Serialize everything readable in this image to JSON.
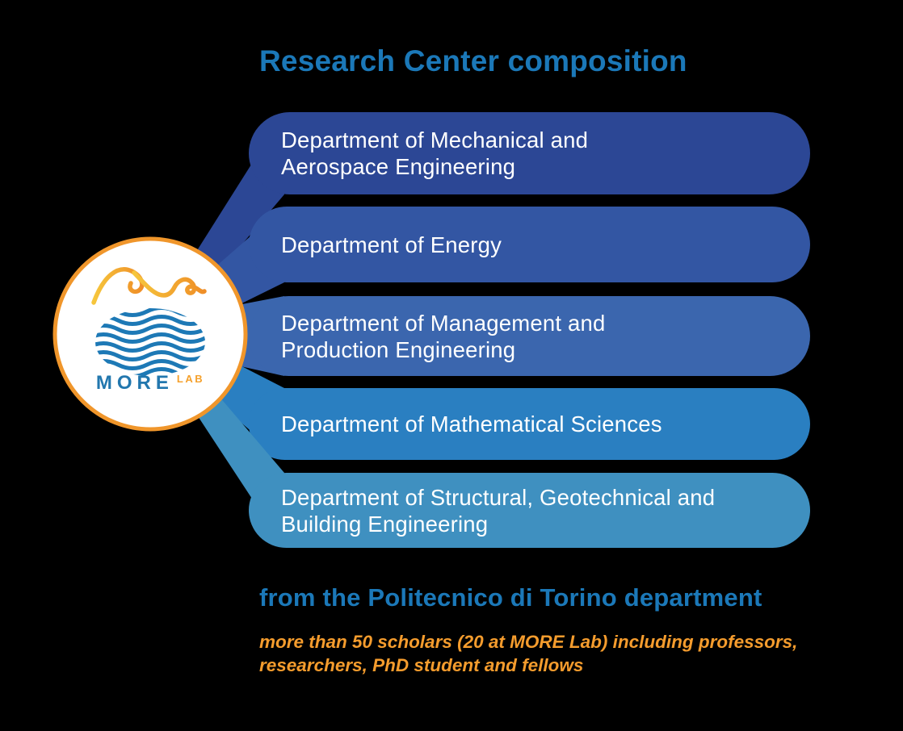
{
  "title": "Research Center composition",
  "logo": {
    "wordmark": "MORE",
    "wordmark_suffix": "LAB",
    "ring_color": "#f0962b",
    "wordmark_color": "#2277ae",
    "suffix_color": "#f5a12d",
    "water_color": "#1d79b6"
  },
  "departments": [
    {
      "label": "Department of Mechanical and Aerospace Engineering",
      "color": "#2c4795"
    },
    {
      "label": "Department of Energy",
      "color": "#3356a3"
    },
    {
      "label": "Department of Management and Production Engineering",
      "color": "#3b66ae"
    },
    {
      "label": "Department of Mathematical Sciences",
      "color": "#2a7fc1"
    },
    {
      "label": "Department of Structural, Geotechnical and Building Engineering",
      "color": "#3f90c0"
    }
  ],
  "footer": {
    "heading": "from the Politecnico di Torino department",
    "note": "more than 50 scholars (20 at MORE Lab) including professors, researchers, PhD student and fellows"
  },
  "colors": {
    "accent_blue": "#1b78b8",
    "accent_orange": "#f59c2d",
    "background": "#000000",
    "pill_text": "#ffffff"
  }
}
